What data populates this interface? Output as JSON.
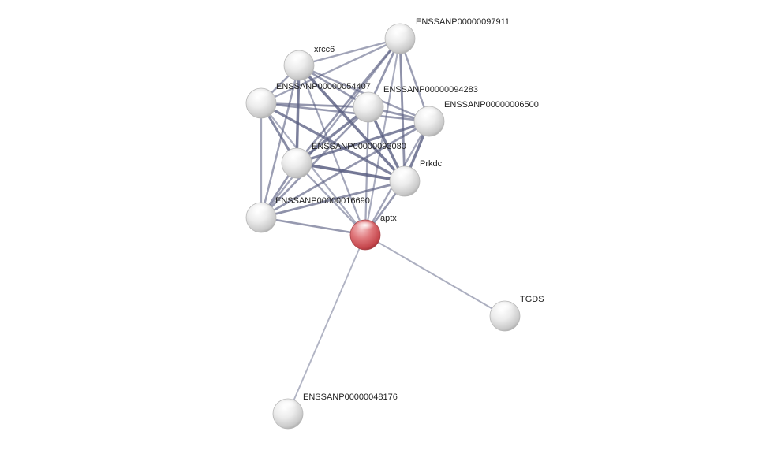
{
  "network": {
    "colors": {
      "node_default": "#e8e8e8",
      "node_query": "#d9666b",
      "edge": "#5a5f82",
      "label": "#222222"
    },
    "nodes": [
      {
        "id": "ENSSANP00000097911",
        "label": "ENSSANP00000097911",
        "query": false
      },
      {
        "id": "xrcc6",
        "label": "xrcc6",
        "query": false
      },
      {
        "id": "ENSSANP00000054407",
        "label": "ENSSANP00000054407",
        "query": false
      },
      {
        "id": "ENSSANP00000094283",
        "label": "ENSSANP00000094283",
        "query": false
      },
      {
        "id": "ENSSANP00000006500",
        "label": "ENSSANP00000006500",
        "query": false
      },
      {
        "id": "ENSSANP00000093080",
        "label": "ENSSANP00000093080",
        "query": false
      },
      {
        "id": "Prkdc",
        "label": "Prkdc",
        "query": false
      },
      {
        "id": "ENSSANP00000016690",
        "label": "ENSSANP00000016690",
        "query": false
      },
      {
        "id": "aptx",
        "label": "aptx",
        "query": true
      },
      {
        "id": "TGDS",
        "label": "TGDS",
        "query": false
      },
      {
        "id": "ENSSANP00000048176",
        "label": "ENSSANP00000048176",
        "query": false
      }
    ],
    "edges": [
      {
        "source": "ENSSANP00000097911",
        "target": "xrcc6",
        "strength": 0.45
      },
      {
        "source": "ENSSANP00000097911",
        "target": "ENSSANP00000054407",
        "strength": 0.45
      },
      {
        "source": "ENSSANP00000097911",
        "target": "ENSSANP00000094283",
        "strength": 0.6
      },
      {
        "source": "ENSSANP00000097911",
        "target": "ENSSANP00000006500",
        "strength": 0.5
      },
      {
        "source": "ENSSANP00000097911",
        "target": "ENSSANP00000093080",
        "strength": 0.6
      },
      {
        "source": "ENSSANP00000097911",
        "target": "Prkdc",
        "strength": 0.65
      },
      {
        "source": "ENSSANP00000097911",
        "target": "ENSSANP00000016690",
        "strength": 0.45
      },
      {
        "source": "ENSSANP00000097911",
        "target": "aptx",
        "strength": 0.35
      },
      {
        "source": "xrcc6",
        "target": "ENSSANP00000054407",
        "strength": 0.5
      },
      {
        "source": "xrcc6",
        "target": "ENSSANP00000094283",
        "strength": 0.55
      },
      {
        "source": "xrcc6",
        "target": "ENSSANP00000006500",
        "strength": 0.5
      },
      {
        "source": "xrcc6",
        "target": "ENSSANP00000093080",
        "strength": 0.9
      },
      {
        "source": "xrcc6",
        "target": "Prkdc",
        "strength": 0.95
      },
      {
        "source": "xrcc6",
        "target": "ENSSANP00000016690",
        "strength": 0.5
      },
      {
        "source": "xrcc6",
        "target": "aptx",
        "strength": 0.4
      },
      {
        "source": "ENSSANP00000054407",
        "target": "ENSSANP00000094283",
        "strength": 0.6
      },
      {
        "source": "ENSSANP00000054407",
        "target": "ENSSANP00000006500",
        "strength": 0.55
      },
      {
        "source": "ENSSANP00000054407",
        "target": "ENSSANP00000093080",
        "strength": 0.75
      },
      {
        "source": "ENSSANP00000054407",
        "target": "Prkdc",
        "strength": 0.85
      },
      {
        "source": "ENSSANP00000054407",
        "target": "ENSSANP00000016690",
        "strength": 0.4
      },
      {
        "source": "ENSSANP00000054407",
        "target": "aptx",
        "strength": 0.35
      },
      {
        "source": "ENSSANP00000094283",
        "target": "ENSSANP00000006500",
        "strength": 0.6
      },
      {
        "source": "ENSSANP00000094283",
        "target": "ENSSANP00000093080",
        "strength": 0.85
      },
      {
        "source": "ENSSANP00000094283",
        "target": "Prkdc",
        "strength": 0.9
      },
      {
        "source": "ENSSANP00000094283",
        "target": "ENSSANP00000016690",
        "strength": 0.55
      },
      {
        "source": "ENSSANP00000094283",
        "target": "aptx",
        "strength": 0.4
      },
      {
        "source": "ENSSANP00000006500",
        "target": "ENSSANP00000093080",
        "strength": 0.85
      },
      {
        "source": "ENSSANP00000006500",
        "target": "Prkdc",
        "strength": 0.9
      },
      {
        "source": "ENSSANP00000006500",
        "target": "ENSSANP00000016690",
        "strength": 0.6
      },
      {
        "source": "ENSSANP00000006500",
        "target": "aptx",
        "strength": 0.45
      },
      {
        "source": "ENSSANP00000093080",
        "target": "Prkdc",
        "strength": 1.0
      },
      {
        "source": "ENSSANP00000093080",
        "target": "ENSSANP00000016690",
        "strength": 0.6
      },
      {
        "source": "ENSSANP00000093080",
        "target": "aptx",
        "strength": 0.4
      },
      {
        "source": "Prkdc",
        "target": "ENSSANP00000016690",
        "strength": 0.65
      },
      {
        "source": "Prkdc",
        "target": "aptx",
        "strength": 0.55
      },
      {
        "source": "ENSSANP00000016690",
        "target": "aptx",
        "strength": 0.55
      },
      {
        "source": "aptx",
        "target": "TGDS",
        "strength": 0.3
      },
      {
        "source": "aptx",
        "target": "ENSSANP00000048176",
        "strength": 0.25
      }
    ]
  }
}
